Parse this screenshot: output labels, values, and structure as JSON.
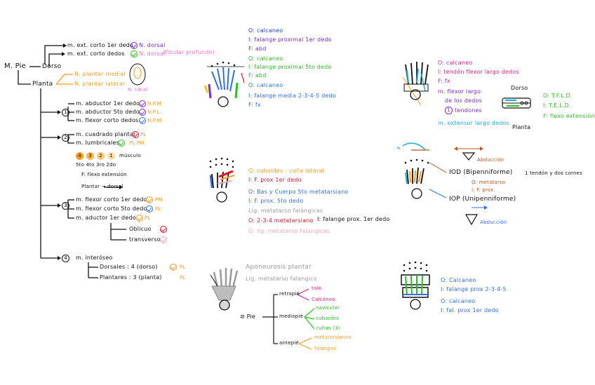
{
  "colors": {
    "black": "#111111",
    "purple": "#7a2bd6",
    "pink": "#ff6fd0",
    "orange": "#ff9a1a",
    "blue": "#2f6fe8",
    "green": "#28c21e",
    "red": "#e0102a",
    "lightpink": "#f5a3b8",
    "gray": "#9a9a9a",
    "cyan": "#16aee0",
    "brown": "#c2551c",
    "darkblue": "#1d3fd0"
  },
  "tree": {
    "root": "M. Pie",
    "dorso": "Dorso",
    "dorso_1": "m. ext. corto 1er dedo",
    "dorso_1_nerve": "N. dorsal",
    "dorso_2": "m. ext. corto dedos",
    "dorso_2_nerve": "N. dorsal",
    "dorso_2_note": "(fibular profundo)",
    "planta": "Planta",
    "n_plantar_medial": "N. plantar medial",
    "n_plantar_lateral": "N. plantar lateral",
    "n_tibial": "N. tibial",
    "g1_a": "m. abductor 1er dedo",
    "g1_a_n": "N.P.M",
    "g1_b": "m. abductor 5to dedo",
    "g1_b_n": "N.P.L.",
    "g1_c": "m. flexor corto dedos",
    "g1_c_n": "N.P.M.",
    "g2_a": "m. cuadrado plantar",
    "g2_a_n": "PL",
    "g2_b": "m. lumbricales",
    "g2_b_n": "PL PM",
    "musc_nums": [
      "4",
      "3",
      "2",
      "1"
    ],
    "musc_label": "músculo",
    "musc_dedos": "5to 4to 3ro 2do",
    "musc_f": "F: flexo extensión",
    "plantar_dorsal": "Plantar → dorsal",
    "g3_a": "m. flexor corto 1er dedo",
    "g3_a_n": "PM",
    "g3_b": "m. flexor corto 5to dedo",
    "g3_b_n": "PL",
    "g3_c": "m. aductor 1er dedo",
    "g3_c_n": "PL",
    "oblicuo": "Oblicuo",
    "transverso": "transverso",
    "g4": "m. interóseo",
    "dorsales": "Dorsales : 4 (dorso)",
    "dorsales_n": "PL",
    "plantares": "Plantares : 3 (planta)",
    "plantares_n": "PL",
    "n1": "1",
    "n2": "2",
    "n3": "3",
    "n4": "4"
  },
  "col2": {
    "a1": "O: calcaneo",
    "a2": "I: falange proximal 1er dedo",
    "a3": "F: abd",
    "a4": "O: calcaneo",
    "a5": "I: falange proximal 5to dedo",
    "a6": "F: abd",
    "a7": "O: calcaneo",
    "a8": "I: falange media 2-3-4-5 dedo",
    "a9": "F: fx",
    "b1": "O: cuboides - cuña lateral",
    "b2": "I: F. prox 1er dedo",
    "b3": "O: Bas y Cuerpo 5to metatarsiano",
    "b4": "I: F. prox. 5to dedo",
    "b5": "Lig. metatarso falángicas",
    "b6": "O: 2-3-4 metatarsiano",
    "b7": "O: lig. metatarso falangicas",
    "b_side": "I: falange prox. 1er dedo",
    "c1": "Aponeurosis plantar",
    "c2": "Lig. metatarso falangico",
    "pie": "Pie",
    "retropie": "retropié",
    "talo": "talo",
    "calcaneo": "Calcáneo",
    "mediopie": "mediopié",
    "navicular": "navicular",
    "cuboides": "cuboides",
    "cunas": "cuñas (3)",
    "antepie": "antepié",
    "metatarsianos": "metatarsianos",
    "falanges": "falanges"
  },
  "col3": {
    "d1": "O: calcaneo",
    "d2": "I: tendón flexor largo dedos",
    "d3": "F: fx",
    "d4": "m. flexor largo",
    "d5": "de los dedos",
    "d6": "tendones",
    "d6n": "1",
    "d7": "m. extensor largo dedos",
    "dorso": "Dorso",
    "planta": "Planta",
    "tfld1": "O: T.F.L.D",
    "tfld2": "I: T.E.L.D.",
    "tfld3": "F: flexo extensión",
    "abd1": "Abducción",
    "iod": "IOD (Bipenniforme)",
    "iod_note": "1 tendón y dos cornes",
    "iod_o": "O: metatarso",
    "iod_i": "I: F. prox.",
    "iop": "IOP (Unipenniforme)",
    "abd2": "Abducción",
    "e1": "O: Calcaneo",
    "e2": "I: falange prox 2-3-4-5",
    "e3": "O: calcaneo",
    "e4": "I: fal. prox 1er dedo"
  }
}
